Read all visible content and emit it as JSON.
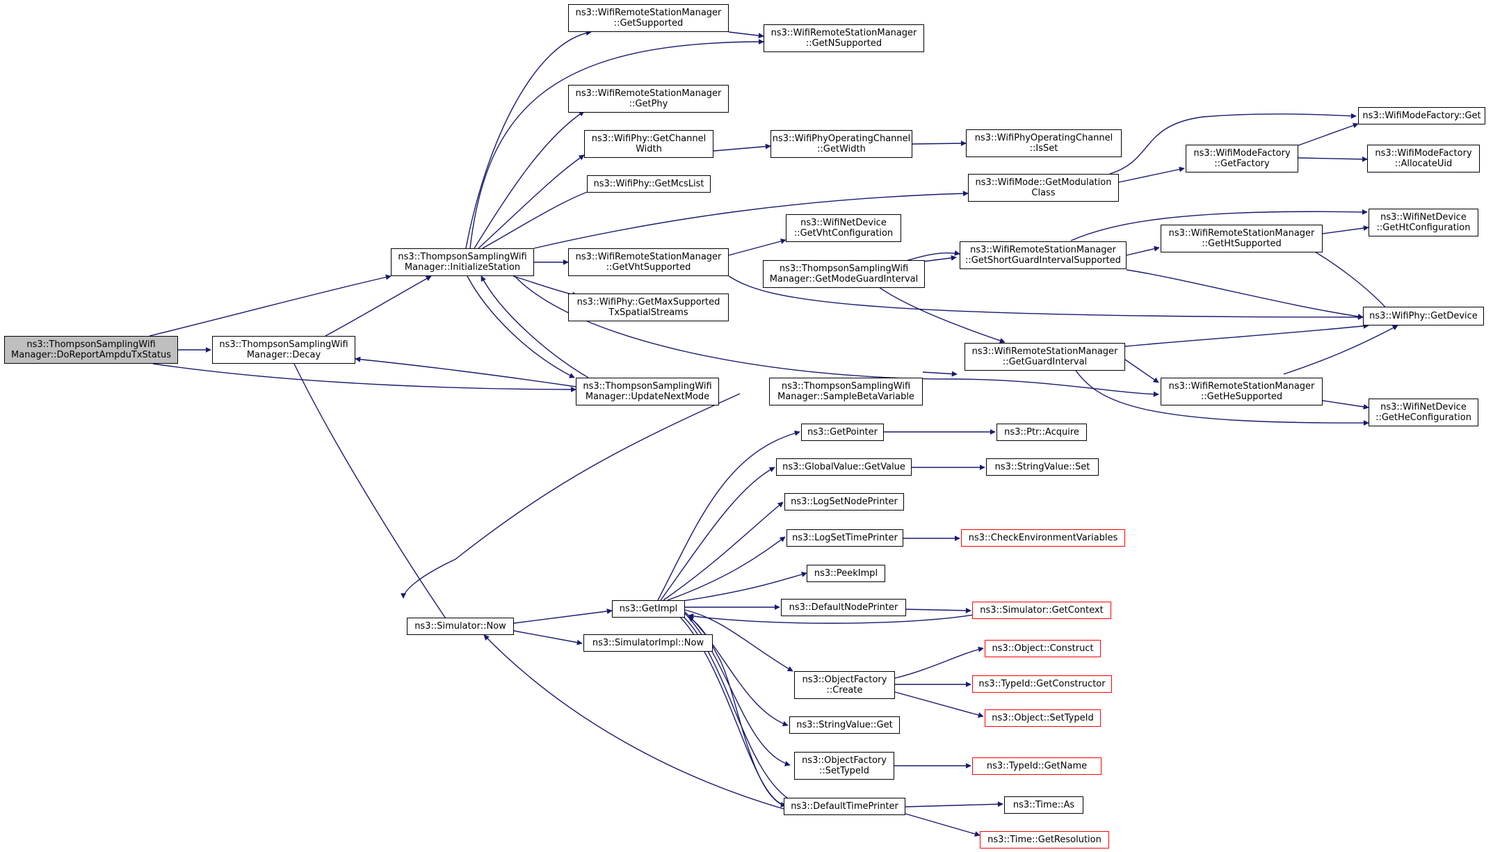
{
  "colors": {
    "edge": "#191970",
    "node_border": "#000000",
    "node_fill": "#ffffff",
    "root_fill": "#bfbfbf",
    "truncated_border": "#ff0000"
  },
  "nodes": [
    {
      "id": "root",
      "lines": [
        "ns3::ThompsonSamplingWifi",
        "Manager::DoReportAmpduTxStatus"
      ],
      "kind": "root"
    },
    {
      "id": "decay",
      "lines": [
        "ns3::ThompsonSamplingWifi",
        "Manager::Decay"
      ]
    },
    {
      "id": "initstation",
      "lines": [
        "ns3::ThompsonSamplingWifi",
        "Manager::InitializeStation"
      ]
    },
    {
      "id": "updatenextmode",
      "lines": [
        "ns3::ThompsonSamplingWifi",
        "Manager::UpdateNextMode"
      ]
    },
    {
      "id": "simnow",
      "lines": [
        "ns3::Simulator::Now"
      ]
    },
    {
      "id": "getsupported",
      "lines": [
        "ns3::WifiRemoteStationManager",
        "::GetSupported"
      ]
    },
    {
      "id": "getnsupported",
      "lines": [
        "ns3::WifiRemoteStationManager",
        "::GetNSupported"
      ]
    },
    {
      "id": "getphy",
      "lines": [
        "ns3::WifiRemoteStationManager",
        "::GetPhy"
      ]
    },
    {
      "id": "getchannelwidth",
      "lines": [
        "ns3::WifiPhy::GetChannel",
        "Width"
      ]
    },
    {
      "id": "opchgetwidth",
      "lines": [
        "ns3::WifiPhyOperatingChannel",
        "::GetWidth"
      ]
    },
    {
      "id": "opchisset",
      "lines": [
        "ns3::WifiPhyOperatingChannel",
        "::IsSet"
      ]
    },
    {
      "id": "getmcslist",
      "lines": [
        "ns3::WifiPhy::GetMcsList"
      ]
    },
    {
      "id": "getmodulationclass",
      "lines": [
        "ns3::WifiMode::GetModulation",
        "Class"
      ]
    },
    {
      "id": "modefactoryget",
      "lines": [
        "ns3::WifiModeFactory::Get"
      ]
    },
    {
      "id": "getfactory",
      "lines": [
        "ns3::WifiModeFactory",
        "::GetFactory"
      ]
    },
    {
      "id": "allocateuid",
      "lines": [
        "ns3::WifiModeFactory",
        "::AllocateUid"
      ]
    },
    {
      "id": "getvhtconfig",
      "lines": [
        "ns3::WifiNetDevice",
        "::GetVhtConfiguration"
      ]
    },
    {
      "id": "getvhtsupported",
      "lines": [
        "ns3::WifiRemoteStationManager",
        "::GetVhtSupported"
      ]
    },
    {
      "id": "getmaxspatial",
      "lines": [
        "ns3::WifiPhy::GetMaxSupported",
        "TxSpatialStreams"
      ]
    },
    {
      "id": "getmodeguard",
      "lines": [
        "ns3::ThompsonSamplingWifi",
        "Manager::GetModeGuardInterval"
      ]
    },
    {
      "id": "getsgisupported",
      "lines": [
        "ns3::WifiRemoteStationManager",
        "::GetShortGuardIntervalSupported"
      ]
    },
    {
      "id": "gethtsupported",
      "lines": [
        "ns3::WifiRemoteStationManager",
        "::GetHtSupported"
      ]
    },
    {
      "id": "gethtconfig",
      "lines": [
        "ns3::WifiNetDevice",
        "::GetHtConfiguration"
      ]
    },
    {
      "id": "getdevice",
      "lines": [
        "ns3::WifiPhy::GetDevice"
      ]
    },
    {
      "id": "getguardinterval",
      "lines": [
        "ns3::WifiRemoteStationManager",
        "::GetGuardInterval"
      ]
    },
    {
      "id": "gethesupported",
      "lines": [
        "ns3::WifiRemoteStationManager",
        "::GetHeSupported"
      ]
    },
    {
      "id": "gethecfg",
      "lines": [
        "ns3::WifiNetDevice",
        "::GetHeConfiguration"
      ]
    },
    {
      "id": "samplebeta",
      "lines": [
        "ns3::ThompsonSamplingWifi",
        "Manager::SampleBetaVariable"
      ]
    },
    {
      "id": "getimpl",
      "lines": [
        "ns3::GetImpl"
      ]
    },
    {
      "id": "simimplnow",
      "lines": [
        "ns3::SimulatorImpl::Now"
      ]
    },
    {
      "id": "getpointer",
      "lines": [
        "ns3::GetPointer"
      ]
    },
    {
      "id": "ptracquire",
      "lines": [
        "ns3::Ptr::Acquire"
      ]
    },
    {
      "id": "globalgetvalue",
      "lines": [
        "ns3::GlobalValue::GetValue"
      ]
    },
    {
      "id": "stringvalueset",
      "lines": [
        "ns3::StringValue::Set"
      ]
    },
    {
      "id": "logsetnodeprinter",
      "lines": [
        "ns3::LogSetNodePrinter"
      ]
    },
    {
      "id": "logsettimeprinter",
      "lines": [
        "ns3::LogSetTimePrinter"
      ]
    },
    {
      "id": "checkenv",
      "lines": [
        "ns3::CheckEnvironmentVariables"
      ],
      "kind": "ext"
    },
    {
      "id": "peekimpl",
      "lines": [
        "ns3::PeekImpl"
      ]
    },
    {
      "id": "defaultnodeprinter",
      "lines": [
        "ns3::DefaultNodePrinter"
      ]
    },
    {
      "id": "simgetcontext",
      "lines": [
        "ns3::Simulator::GetContext"
      ],
      "kind": "ext"
    },
    {
      "id": "ofcreate",
      "lines": [
        "ns3::ObjectFactory",
        "::Create"
      ]
    },
    {
      "id": "objconstruct",
      "lines": [
        "ns3::Object::Construct"
      ],
      "kind": "ext"
    },
    {
      "id": "typeidgetconstructor",
      "lines": [
        "ns3::TypeId::GetConstructor"
      ],
      "kind": "ext"
    },
    {
      "id": "objsettypeid",
      "lines": [
        "ns3::Object::SetTypeId"
      ],
      "kind": "ext"
    },
    {
      "id": "stringvalueget",
      "lines": [
        "ns3::StringValue::Get"
      ]
    },
    {
      "id": "ofsettypeid",
      "lines": [
        "ns3::ObjectFactory",
        "::SetTypeId"
      ]
    },
    {
      "id": "typeidgetname",
      "lines": [
        "ns3::TypeId::GetName"
      ],
      "kind": "ext"
    },
    {
      "id": "defaulttimeprinter",
      "lines": [
        "ns3::DefaultTimePrinter"
      ]
    },
    {
      "id": "timeas",
      "lines": [
        "ns3::Time::As"
      ]
    },
    {
      "id": "timegetresolution",
      "lines": [
        "ns3::Time::GetResolution"
      ],
      "kind": "ext"
    }
  ]
}
